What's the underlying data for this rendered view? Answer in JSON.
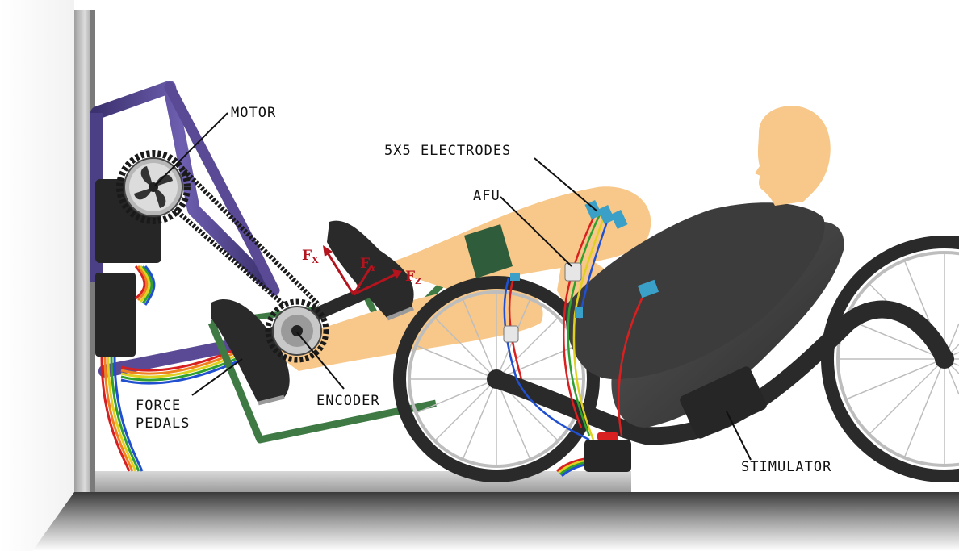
{
  "labels": {
    "motor": "MOTOR",
    "electrodes": "5X5 ELECTRODES",
    "afu": "AFU",
    "force_pedals_line1": "FORCE",
    "force_pedals_line2": "PEDALS",
    "encoder": "ENCODER",
    "stimulator": "STIMULATOR"
  },
  "forces": {
    "fx_letter": "F",
    "fx_sub": "X",
    "fy_letter": "F",
    "fy_sub": "Y",
    "fz_letter": "F",
    "fz_sub": "Z"
  },
  "colors": {
    "frame_purple": "#5a4a96",
    "skin": "#f7c88a",
    "seat": "#3c3c3c",
    "pedal_green": "#3f7a45",
    "force_red": "#b4141e",
    "electrode_blue": "#3aa0c8",
    "box_black": "#262626",
    "wall_grey": "#8a8a8a"
  }
}
